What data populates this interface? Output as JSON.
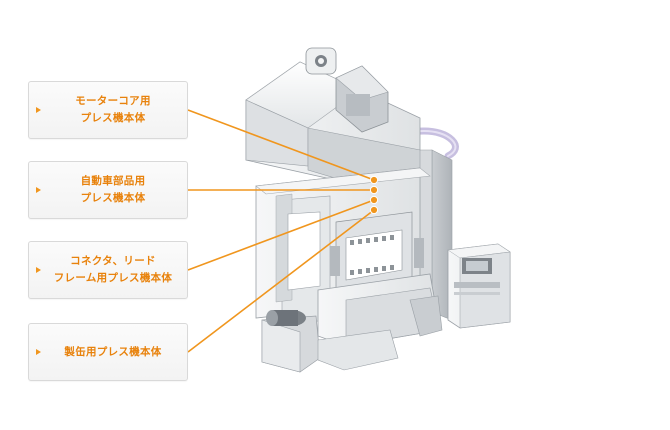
{
  "colors": {
    "accent": "#f0961e",
    "label_text": "#e8820c",
    "machine_light": "#eceeef",
    "machine_mid": "#cfd3d6",
    "machine_dark": "#a9aeb3",
    "hose": "#c7bfe0"
  },
  "labels": [
    {
      "id": "motor-core",
      "lines": [
        "モーターコア用",
        "プレス機本体"
      ]
    },
    {
      "id": "auto-parts",
      "lines": [
        "自動車部品用",
        "プレス機本体"
      ]
    },
    {
      "id": "connector-lead",
      "lines": [
        "コネクタ、リード",
        "フレーム用プレス機本体"
      ]
    },
    {
      "id": "can-making",
      "lines": [
        "製缶用プレス機本体"
      ]
    }
  ],
  "machine": {
    "icon": "press-machine-illustration"
  },
  "console": {
    "icon": "control-console-icon"
  }
}
